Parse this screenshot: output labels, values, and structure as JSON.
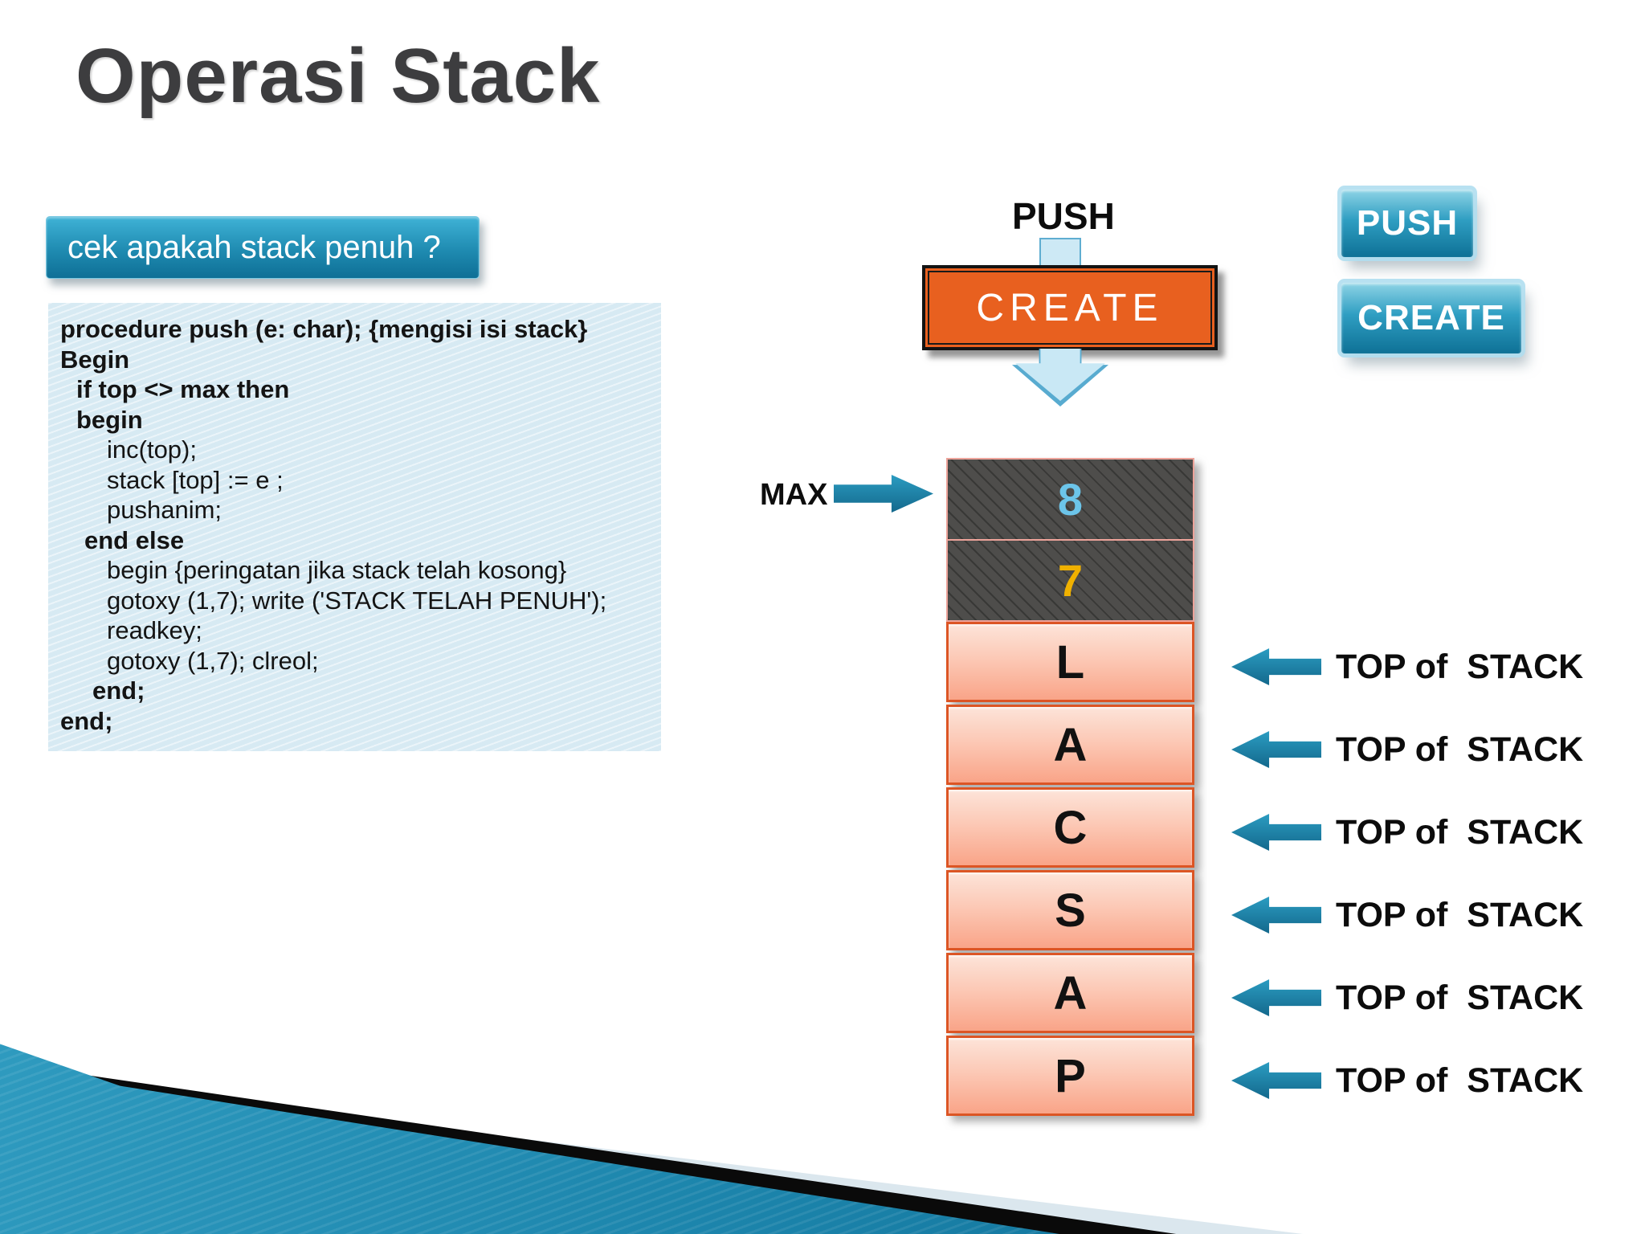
{
  "title": "Operasi Stack",
  "banner": {
    "label": "cek apakah stack penuh ?"
  },
  "code": {
    "lines": [
      "procedure push (e: char); {mengisi isi stack}",
      "Begin",
      "if top <> max then",
      "begin",
      "inc(top);",
      "stack [top] := e ;",
      "pushanim;",
      "end else",
      "begin {peringatan jika stack telah kosong}",
      "gotoxy (1,7); write ('STACK TELAH PENUH');",
      "readkey;",
      "gotoxy (1,7); clreol;",
      "end;",
      "end;"
    ]
  },
  "flow": {
    "push_label": "PUSH",
    "create_label": "CREATE"
  },
  "side_buttons": {
    "push_label": "PUSH",
    "create_label": "CREATE"
  },
  "stack": {
    "max_label": "MAX",
    "cells": [
      {
        "label": "8"
      },
      {
        "label": "7"
      },
      {
        "label": "L"
      },
      {
        "label": "A"
      },
      {
        "label": "C"
      },
      {
        "label": "S"
      },
      {
        "label": "A"
      },
      {
        "label": "P"
      }
    ]
  },
  "top_of_stack": {
    "labels": [
      "TOP of  STACK",
      "TOP of  STACK",
      "TOP of  STACK",
      "TOP of  STACK",
      "TOP of  STACK",
      "TOP of  STACK"
    ]
  },
  "colors": {
    "accent_teal": "#1f8bb1",
    "orange_box": "#e8601f",
    "dark_cell": "#4e4d4b",
    "light_cell_border": "#dc5524",
    "cell_8_text": "#6cc5ea",
    "cell_7_text": "#f0b100",
    "arrow_light_blue": "#c9e8f5"
  }
}
